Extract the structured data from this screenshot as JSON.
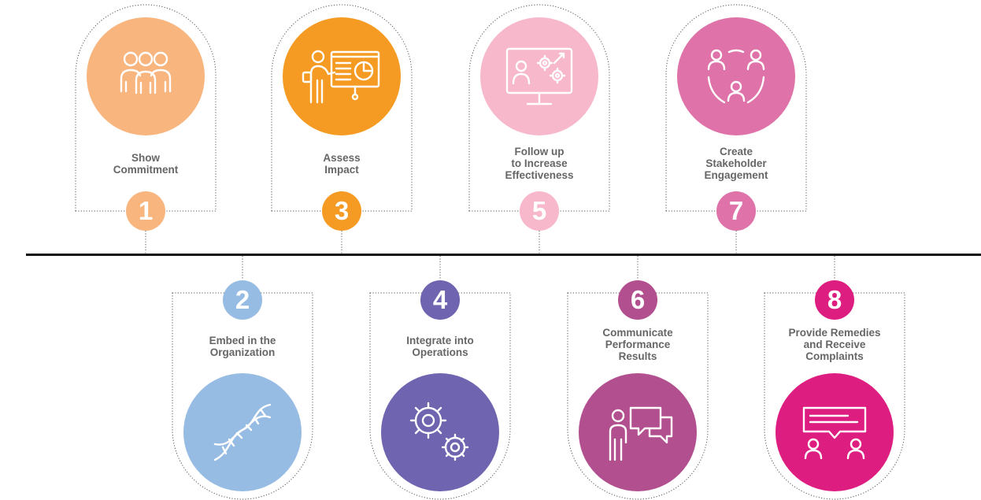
{
  "steps": [
    {
      "number": "1",
      "title": "Show\nCommitment",
      "color": "#F8B57E",
      "icon": "people-group-icon",
      "row": "top"
    },
    {
      "number": "2",
      "title": "Embed in the\nOrganization",
      "color": "#97BCE3",
      "icon": "dna-icon",
      "row": "bottom"
    },
    {
      "number": "3",
      "title": "Assess\nImpact",
      "color": "#F59A22",
      "icon": "presentation-icon",
      "row": "top"
    },
    {
      "number": "4",
      "title": "Integrate into\nOperations",
      "color": "#6E64AF",
      "icon": "gears-icon",
      "row": "bottom"
    },
    {
      "number": "5",
      "title": "Follow up\nto Increase\nEffectiveness",
      "color": "#F6B8CA",
      "icon": "monitor-analytics-icon",
      "row": "top"
    },
    {
      "number": "6",
      "title": "Communicate\nPerformance\nResults",
      "color": "#B24F8E",
      "icon": "speaker-chat-icon",
      "row": "bottom"
    },
    {
      "number": "7",
      "title": "Create\nStakeholder\nEngagement",
      "color": "#DF72A8",
      "icon": "stakeholder-network-icon",
      "row": "top"
    },
    {
      "number": "8",
      "title": "Provide Remedies\nand Receive\nComplaints",
      "color": "#DD1E80",
      "icon": "feedback-dialogue-icon",
      "row": "bottom"
    }
  ]
}
